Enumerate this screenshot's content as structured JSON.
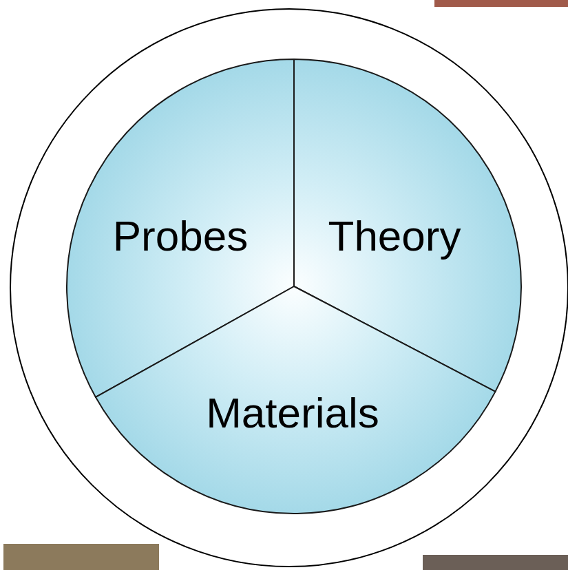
{
  "diagram": {
    "nodes": [
      {
        "text": [
          "Probes"
        ]
      },
      {
        "text": [
          "Theory"
        ]
      },
      {
        "text": [
          "Materials"
        ]
      }
    ]
  }
}
